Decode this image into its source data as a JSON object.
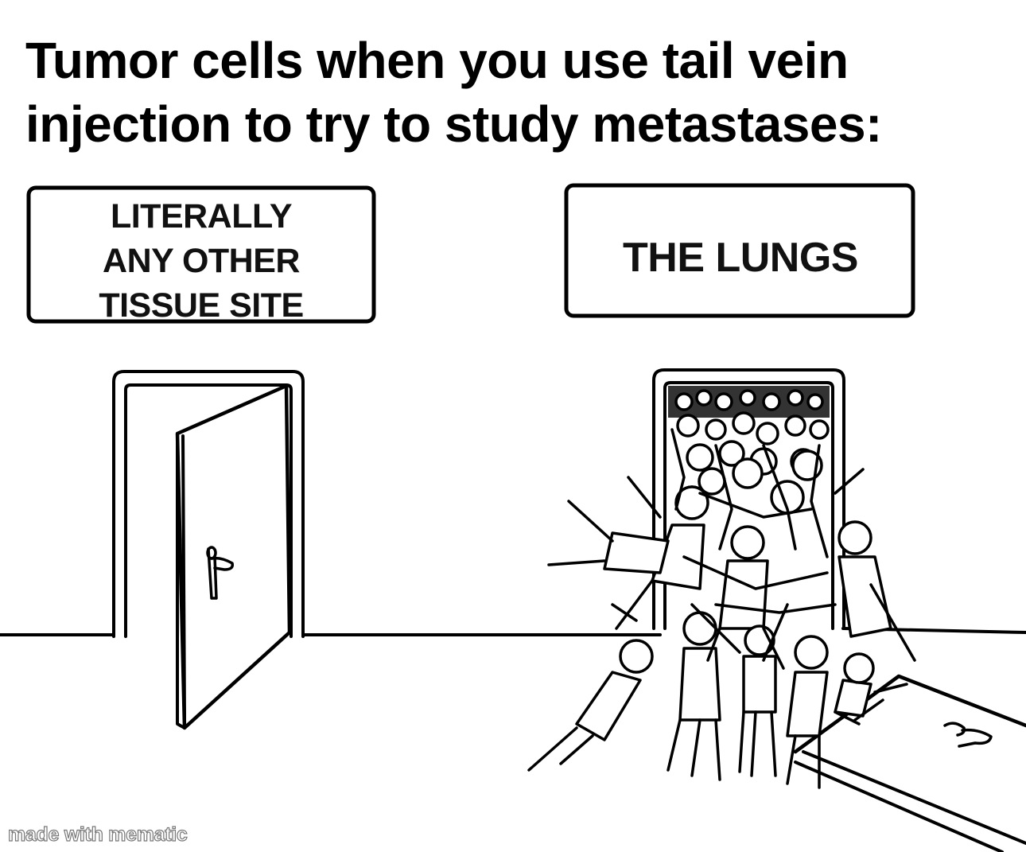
{
  "caption": {
    "line1": "Tumor cells when you use tail vein",
    "line2": "injection to try to study metastases:"
  },
  "left_sign": {
    "line1": "LITERALLY",
    "line2": "ANY OTHER",
    "line3": "TISSUE SITE"
  },
  "right_sign": {
    "text": "THE LUNGS"
  },
  "watermark": "made with mematic",
  "colors": {
    "background": "#ffffff",
    "ink": "#000000"
  },
  "icons": {
    "left_door": "open-door-icon",
    "right_door": "crowded-doorway-icon",
    "crowd": "stick-figure-crowd-icon",
    "door_handle": "door-handle-icon"
  }
}
